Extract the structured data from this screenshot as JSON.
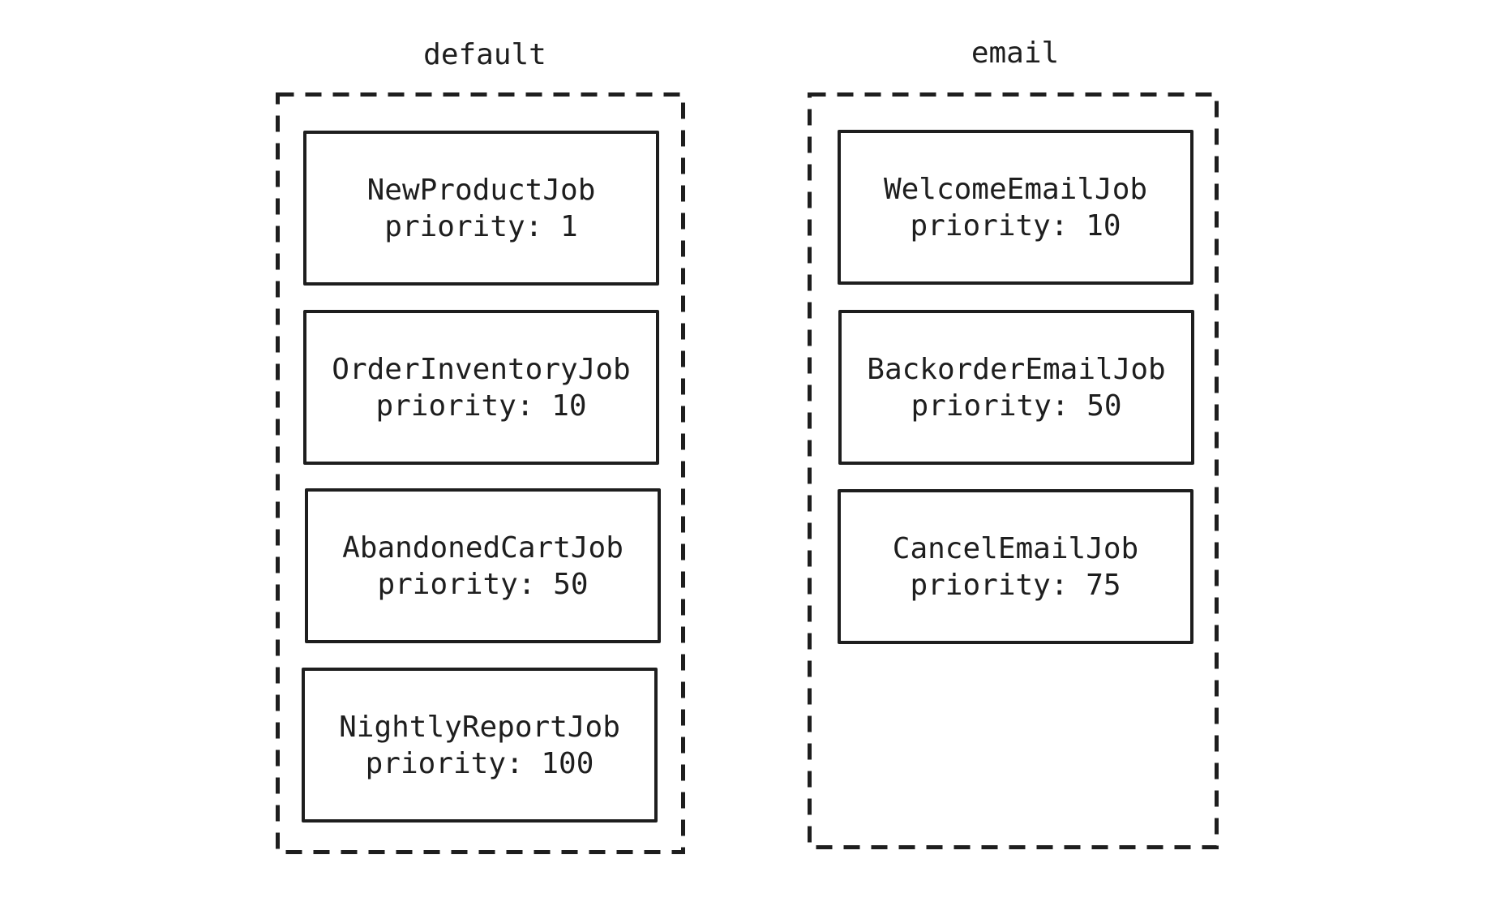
{
  "queues": [
    {
      "title": "default",
      "jobs": [
        {
          "name": "NewProductJob",
          "priority": "priority: 1"
        },
        {
          "name": "OrderInventoryJob",
          "priority": "priority: 10"
        },
        {
          "name": "AbandonedCartJob",
          "priority": "priority: 50"
        },
        {
          "name": "NightlyReportJob",
          "priority": "priority: 100"
        }
      ]
    },
    {
      "title": "email",
      "jobs": [
        {
          "name": "WelcomeEmailJob",
          "priority": "priority: 10"
        },
        {
          "name": "BackorderEmailJob",
          "priority": "priority: 50"
        },
        {
          "name": "CancelEmailJob",
          "priority": "priority: 75"
        }
      ]
    }
  ],
  "colors": {
    "stroke": "#1e1e1e",
    "background": "#ffffff"
  }
}
